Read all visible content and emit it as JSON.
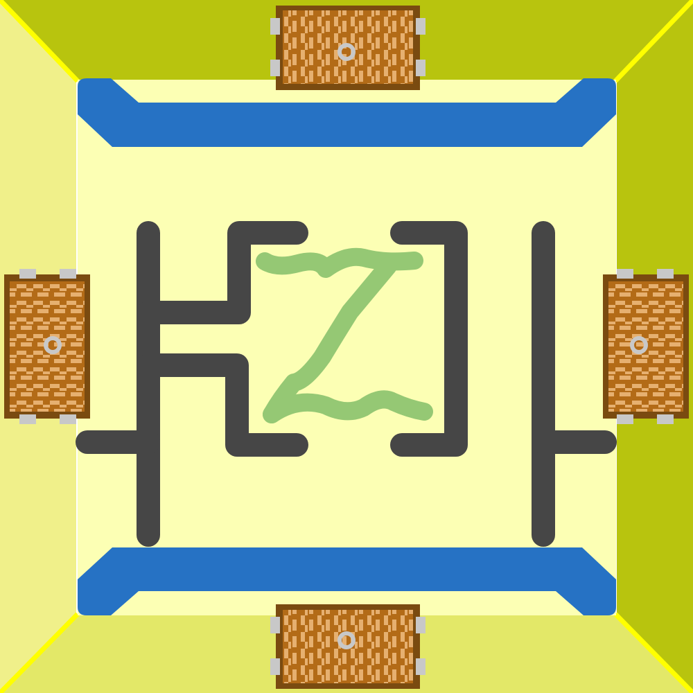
{
  "scene": {
    "kind": "top-down dungeon room",
    "palette": {
      "wall_top": "#b8c40e",
      "wall_left": "#f0f08a",
      "wall_right": "#b8c40e",
      "wall_bottom": "#e3e868",
      "wall_edge": "#ffff00",
      "floor": "#fcffb4",
      "water": "#2672c4",
      "pillars": "#464646",
      "glyph": "#95c874",
      "door_wood_dark": "#b36b17",
      "door_wood_light": "#e6b070",
      "door_frame": "#7a4b10",
      "door_hinge": "#c8c8c8"
    },
    "doors": [
      {
        "side": "top",
        "type": "wooden chest-style door",
        "icon": "door-icon"
      },
      {
        "side": "left",
        "type": "wooden chest-style door",
        "icon": "door-icon"
      },
      {
        "side": "right",
        "type": "wooden chest-style door",
        "icon": "door-icon"
      },
      {
        "side": "bottom",
        "type": "wooden chest-style door",
        "icon": "door-icon"
      }
    ],
    "water_channels": [
      "top",
      "bottom"
    ],
    "floor_glyph_icon": "z-rune-icon"
  }
}
